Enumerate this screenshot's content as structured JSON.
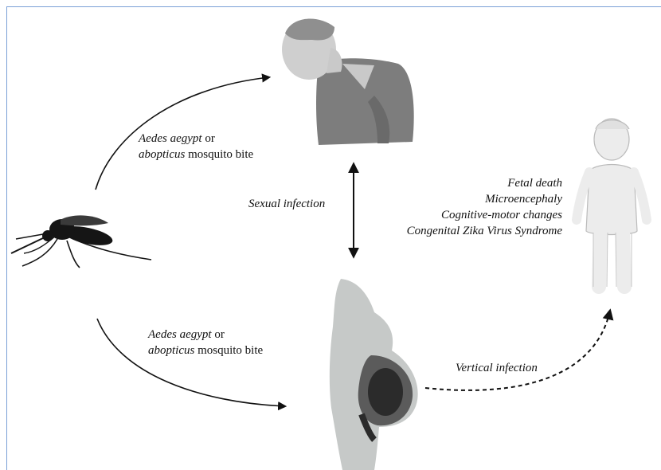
{
  "labels": {
    "bite_top_line1_italic": "Aedes aegypt",
    "bite_top_line1_rest": " or",
    "bite_top_line2_italic": "abopticus",
    "bite_top_line2_rest": " mosquito bite",
    "bite_bottom_line1_italic": "Aedes aegypt",
    "bite_bottom_line1_rest": " or",
    "bite_bottom_line2_italic": "abopticus",
    "bite_bottom_line2_rest": " mosquito bite",
    "sexual_infection": "Sexual infection",
    "vertical_infection": "Vertical infection",
    "outcomes": [
      "Fetal death",
      "Microencephaly",
      "Cognitive-motor changes",
      "Congenital Zika Virus Syndrome"
    ]
  },
  "colors": {
    "frame": "#7aa0d6",
    "man_shirt": "#7d7d7d",
    "skin": "#c9c9c9",
    "pregnant": "#c6c9c8",
    "fetus": "#2b2b2b",
    "child": "#ececec",
    "mosquito": "#151515"
  },
  "icons": [
    "mosquito-icon",
    "man-icon",
    "pregnant-woman-icon",
    "child-icon"
  ]
}
